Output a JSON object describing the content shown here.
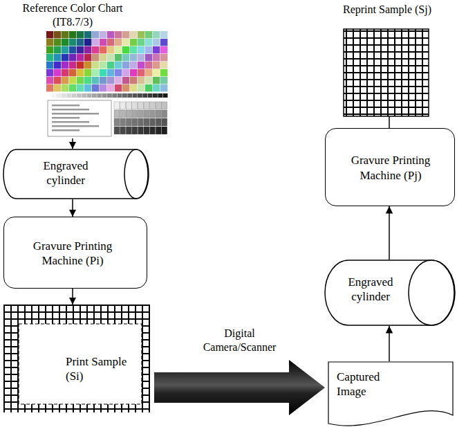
{
  "diagram": {
    "nodes": [
      {
        "text": [
          "Reference Color Chart (IT8.7/3)"
        ]
      },
      {
        "text": [
          "Engraved cylinder"
        ]
      },
      {
        "text": [
          "Gravure Printing Machine (Pi)"
        ]
      },
      {
        "text": [
          "Print Sample (Si)"
        ]
      },
      {
        "text": [
          "Captured Image"
        ]
      },
      {
        "text": [
          "Engraved cylinder"
        ]
      },
      {
        "text": [
          "Gravure Printing Machine (Pj)"
        ]
      },
      {
        "text": [
          "Reprint Sample (Sj)"
        ]
      }
    ],
    "edges": [
      {
        "from": 0,
        "to": 1,
        "arrow": "to"
      },
      {
        "from": 1,
        "to": 2,
        "arrow": "to"
      },
      {
        "from": 2,
        "to": 3,
        "arrow": "to"
      },
      {
        "from": 3,
        "to": 4,
        "label": "Digital Camera/Scanner",
        "arrow": "to"
      },
      {
        "from": 4,
        "to": 5,
        "arrow": "to"
      },
      {
        "from": 5,
        "to": 6,
        "arrow": "to"
      },
      {
        "from": 6,
        "to": 7,
        "arrow": "none"
      }
    ]
  }
}
